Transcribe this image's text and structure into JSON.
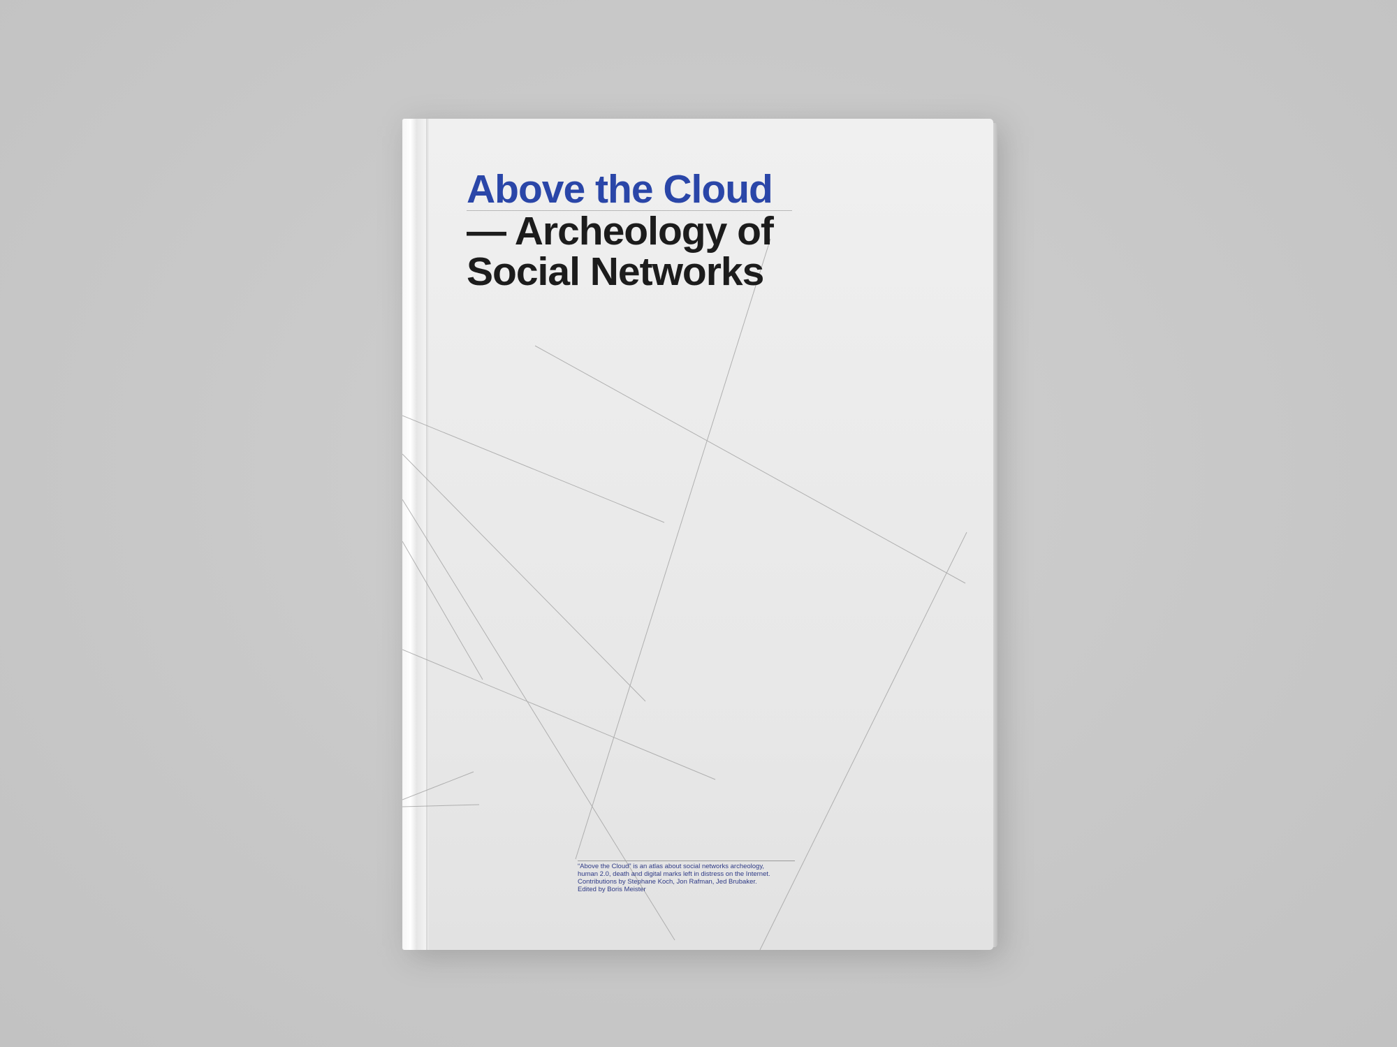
{
  "cover": {
    "title_line1": "Above the Cloud",
    "title_line2": "— Archeology of",
    "title_line3": "Social Networks",
    "blurb_lines": [
      "“Above the Cloud” is an atlas about social networks archeology,",
      "human 2.0, death and digital marks left in distress on the Internet.",
      "Contributions by Stephane Koch, Jon Rafman, Jed Brubaker.",
      "Edited by Boris Meister"
    ]
  },
  "colors": {
    "background": "#c9c9c9",
    "cover": "#ececec",
    "title_blue": "#2a46a8",
    "title_dark": "#1c1c1c",
    "blurb_blue": "#2e3a86",
    "line_gray": "#9c9c9c"
  }
}
